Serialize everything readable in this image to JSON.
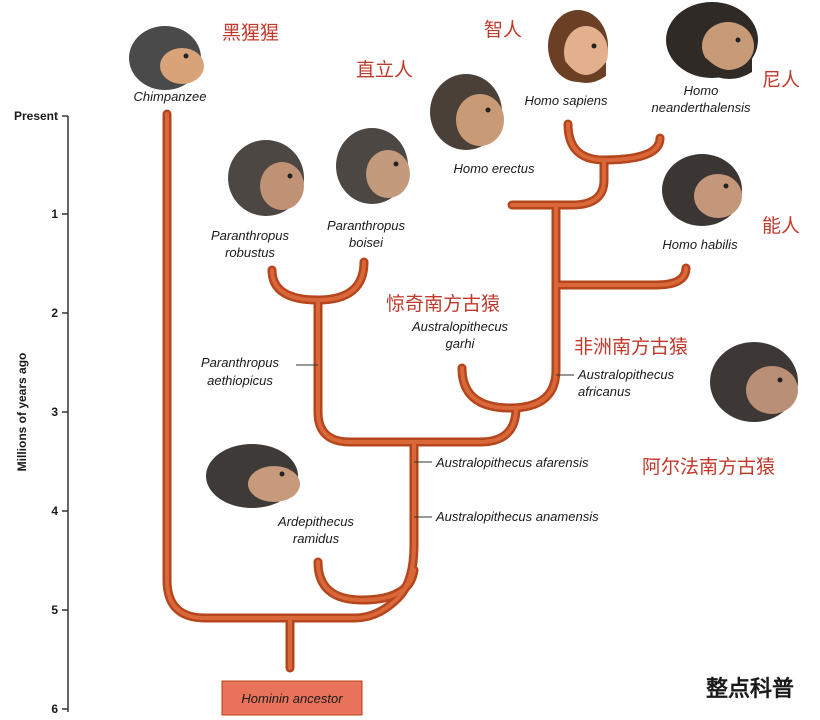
{
  "axis": {
    "title": "Millions of years ago",
    "ticks": [
      "Present",
      "1",
      "2",
      "3",
      "4",
      "5",
      "6"
    ]
  },
  "species": {
    "chimpanzee": "Chimpanzee",
    "homo_sapiens": "Homo sapiens",
    "homo_neanderthalensis_1": "Homo",
    "homo_neanderthalensis_2": "neanderthalensis",
    "homo_erectus": "Homo erectus",
    "homo_habilis": "Homo habilis",
    "p_robustus_1": "Paranthropus",
    "p_robustus_2": "robustus",
    "p_boisei_1": "Paranthropus",
    "p_boisei_2": "boisei",
    "a_garhi_1": "Australopithecus",
    "a_garhi_2": "garhi",
    "a_africanus_1": "Australopithecus",
    "a_africanus_2": "africanus",
    "p_aethiopicus_1": "Paranthropus",
    "p_aethiopicus_2": "aethiopicus",
    "a_afarensis": "Australopithecus afarensis",
    "a_anamensis": "Australopithecus anamensis",
    "ardipithecus_1": "Ardepithecus",
    "ardipithecus_2": "ramidus",
    "ancestor": "Hominin ancestor"
  },
  "chinese_labels": {
    "chimpanzee": "黑猩猩",
    "homo_sapiens": "智人",
    "homo_erectus": "直立人",
    "neanderthal": "尼人",
    "homo_habilis": "能人",
    "garhi": "惊奇南方古猿",
    "africanus": "非洲南方古猿",
    "afarensis": "阿尔法南方古猿"
  },
  "watermark": "整点科普",
  "colors": {
    "branch": "#b5451b",
    "chinese_text": "#c0392b",
    "ancestor_box": "#e8735a"
  }
}
